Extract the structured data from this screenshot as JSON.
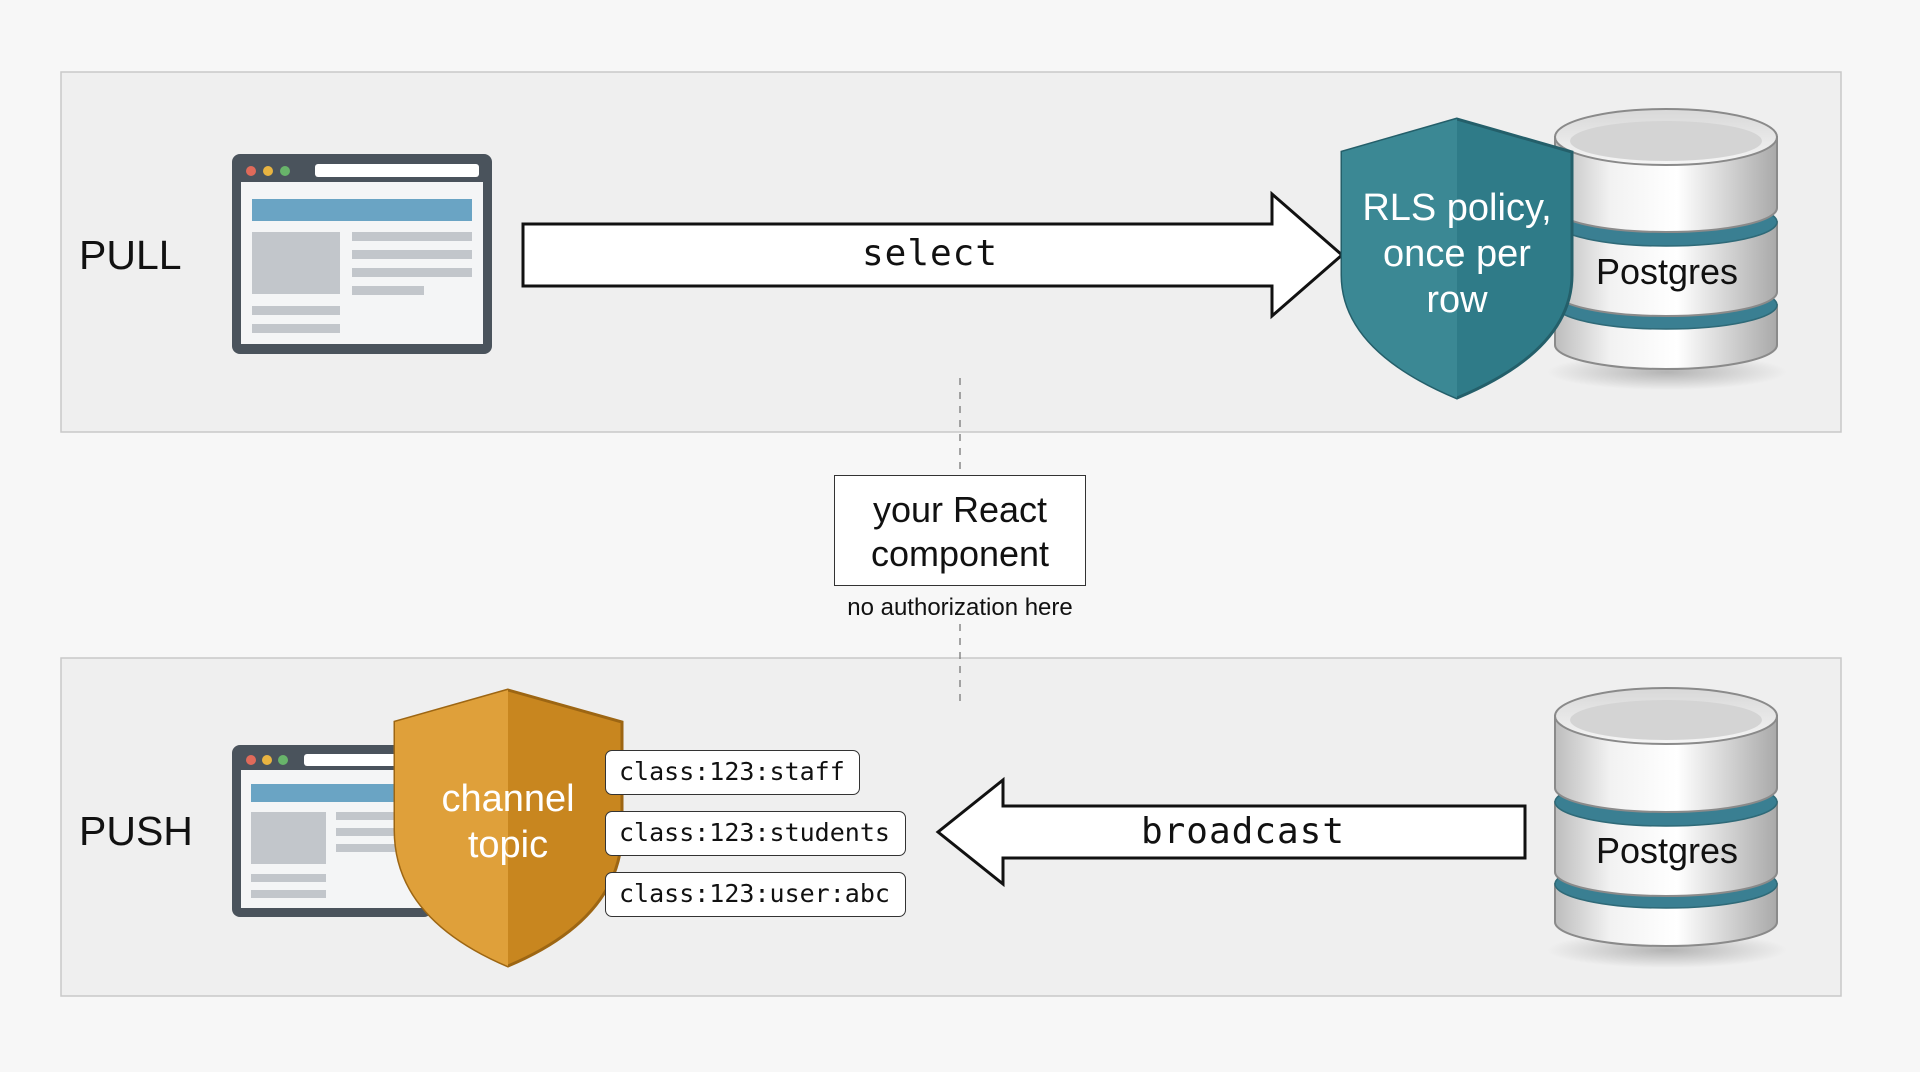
{
  "pull": {
    "label": "PULL",
    "arrow_label": "select",
    "shield_label": "RLS policy, once per row",
    "db_label": "Postgres"
  },
  "middle": {
    "component_label": "your React component",
    "note": "no authorization here"
  },
  "push": {
    "label": "PUSH",
    "shield_label": "channel topic",
    "topics": [
      "class:123:staff",
      "class:123:students",
      "class:123:user:abc"
    ],
    "arrow_label": "broadcast",
    "db_label": "Postgres"
  },
  "colors": {
    "rls_shield": "#3b8894",
    "channel_shield": "#dfa03a",
    "browser_accent": "#6aa4c4",
    "panel_bg": "#efefef"
  }
}
